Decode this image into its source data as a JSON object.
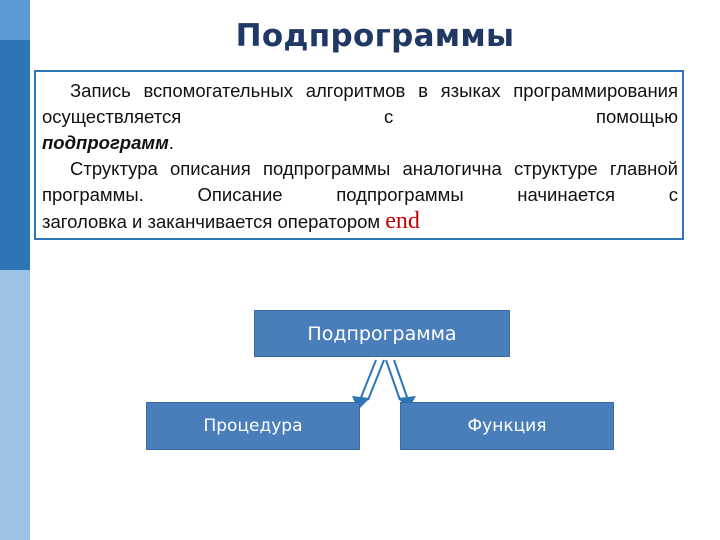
{
  "slide": {
    "title": "Подпрограммы",
    "paragraph1": {
      "line1": "Запись вспомогательных алгоритмов в языках",
      "line2": "программирования осуществляется с помощью",
      "emphasis": "подпрограмм",
      "suffix": "."
    },
    "paragraph2": {
      "line1": "Структура описания подпрограммы аналогична структуре",
      "line2": "главной программы. Описание подпрограммы начинается с",
      "line3": "заголовка и заканчивается оператором",
      "keyword": "end"
    }
  },
  "diagram": {
    "root": "Подпрограмма",
    "children": [
      "Процедура",
      "Функция"
    ]
  },
  "colors": {
    "accent": "#2e75b6",
    "node_fill": "#4a7ebb",
    "title": "#1f3864",
    "keyword": "#c00000"
  }
}
